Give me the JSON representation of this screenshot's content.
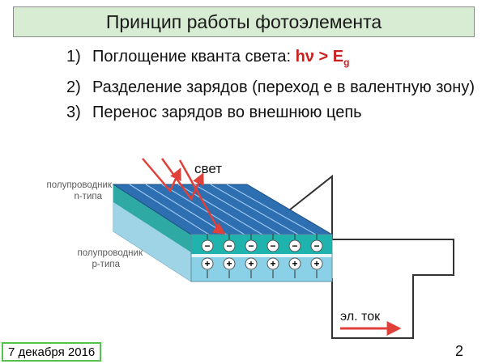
{
  "title": "Принцип работы фотоэлемента",
  "steps": [
    {
      "num": "1)",
      "text": "Поглощение кванта света: ",
      "formula": "hν > E",
      "formula_sub": "g"
    },
    {
      "num": "2)",
      "text": "Разделение зарядов (переход е в валентную зону)"
    },
    {
      "num": "3)",
      "text": "Перенос зарядов во внешнюю цепь"
    }
  ],
  "diagram": {
    "n_label_line1": "полупроводник",
    "n_label_line2": "n-типа",
    "p_label_line1": "полупроводник",
    "p_label_line2": "p-типа",
    "light_label": "свет",
    "current_label": "эл. ток",
    "negative_sign": "−",
    "positive_sign": "+"
  },
  "footer": {
    "date": "7 декабря 2016",
    "page_number": "2"
  },
  "colors": {
    "title_bg": "#d7ecd2",
    "formula_red": "#cc1f1f",
    "arrow_red": "#e0403a",
    "top_blue": "#2d6fb0",
    "teal_layer": "#1fb3ad",
    "p_layer": "#8ad0e6",
    "date_border": "#55c24b"
  }
}
